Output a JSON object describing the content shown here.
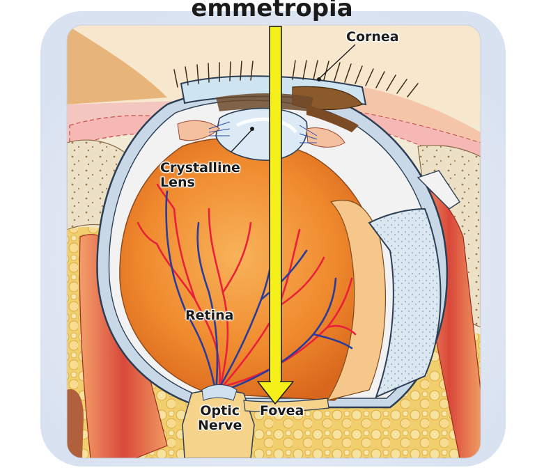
{
  "title": "emmetropia",
  "labels": {
    "cornea": "Cornea",
    "lens_line1": "Crystalline",
    "lens_line2": "Lens",
    "retina": "Retina",
    "optic_line1": "Optic",
    "optic_line2": "Nerve",
    "fovea": "Fovea"
  },
  "colors": {
    "background_panel": "#e6ecf6",
    "light_ray": "#f5f01a",
    "eye_interior": "#f08a2e",
    "artery": "#e8203a",
    "vein": "#2a3c9a",
    "fat": "#f3d27a",
    "muscle": "#d9583a"
  }
}
